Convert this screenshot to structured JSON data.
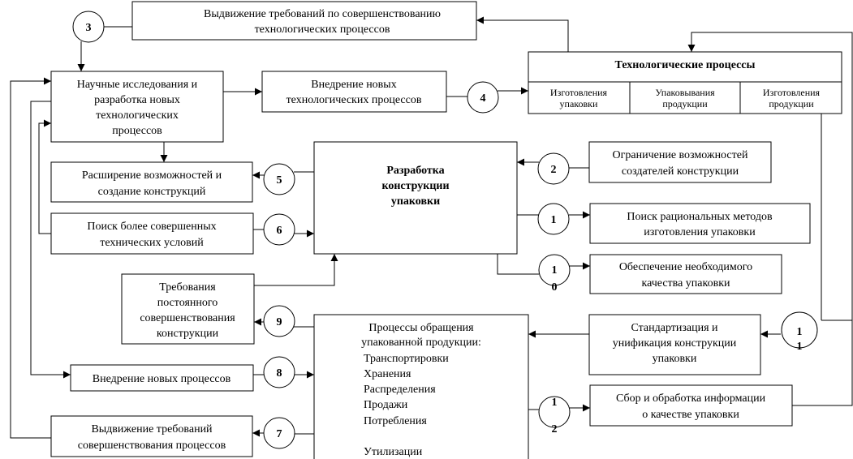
{
  "boxes": {
    "top_requirements": {
      "lines": [
        "Выдвижение требований по совершенствованию",
        "технологических процессов"
      ]
    },
    "research": {
      "lines": [
        "Научные исследования и",
        "разработка новых",
        "технологических",
        "процессов"
      ]
    },
    "introduce_tech": {
      "lines": [
        "Внедрение новых",
        "технологических процессов"
      ]
    },
    "tech_processes": {
      "title": "Технологические процессы",
      "columns": [
        {
          "lines": [
            "Изготовления",
            "упаковки"
          ]
        },
        {
          "lines": [
            "Упаковывания",
            "продукции"
          ]
        },
        {
          "lines": [
            "Изготовления",
            "продукции"
          ]
        }
      ]
    },
    "expand_capabilities": {
      "lines": [
        "Расширение возможностей и",
        "создание конструкций"
      ]
    },
    "design_center": {
      "lines": [
        "Разработка",
        "конструкции",
        "упаковки"
      ]
    },
    "limit_capabilities": {
      "lines": [
        "Ограничение возможностей",
        "создателей конструкции"
      ]
    },
    "search_conditions": {
      "lines": [
        "Поиск более совершенных",
        "технических условий"
      ]
    },
    "search_methods": {
      "lines": [
        "Поиск рациональных методов",
        "изготовления упаковки"
      ]
    },
    "ensure_quality": {
      "lines": [
        "Обеспечение необходимого",
        "качества упаковки"
      ]
    },
    "constant_improvement": {
      "lines": [
        "Требования",
        "постоянного",
        "совершенствования",
        "конструкции"
      ]
    },
    "circulation": {
      "lines": [
        "Процессы обращения",
        "упакованной продукции:"
      ],
      "items": [
        "Транспортировки",
        "Хранения",
        "Распределения",
        "Продажи",
        "Потребления",
        "",
        "Утилизации"
      ]
    },
    "standardization": {
      "lines": [
        "Стандартизация и",
        "унификация конструкции",
        "упаковки"
      ]
    },
    "introduce_processes": {
      "lines": [
        "Внедрение новых процессов"
      ]
    },
    "collect_info": {
      "lines": [
        "Сбор и обработка информации",
        "о качестве упаковки"
      ]
    },
    "bottom_requirements": {
      "lines": [
        "Выдвижение требований",
        "совершенствования процессов"
      ]
    }
  },
  "circles": {
    "c3": {
      "line1": "3",
      "line2": ""
    },
    "c4": {
      "line1": "4",
      "line2": ""
    },
    "c5": {
      "line1": "5",
      "line2": ""
    },
    "c2": {
      "line1": "2",
      "line2": ""
    },
    "c6": {
      "line1": "6",
      "line2": ""
    },
    "c1": {
      "line1": "1",
      "line2": ""
    },
    "c10": {
      "line1": "1",
      "line2": "0"
    },
    "c9": {
      "line1": "9",
      "line2": ""
    },
    "c11": {
      "line1": "1",
      "line2": "1"
    },
    "c8": {
      "line1": "8",
      "line2": ""
    },
    "c12": {
      "line1": "1",
      "line2": "2"
    },
    "c7": {
      "line1": "7",
      "line2": ""
    }
  }
}
